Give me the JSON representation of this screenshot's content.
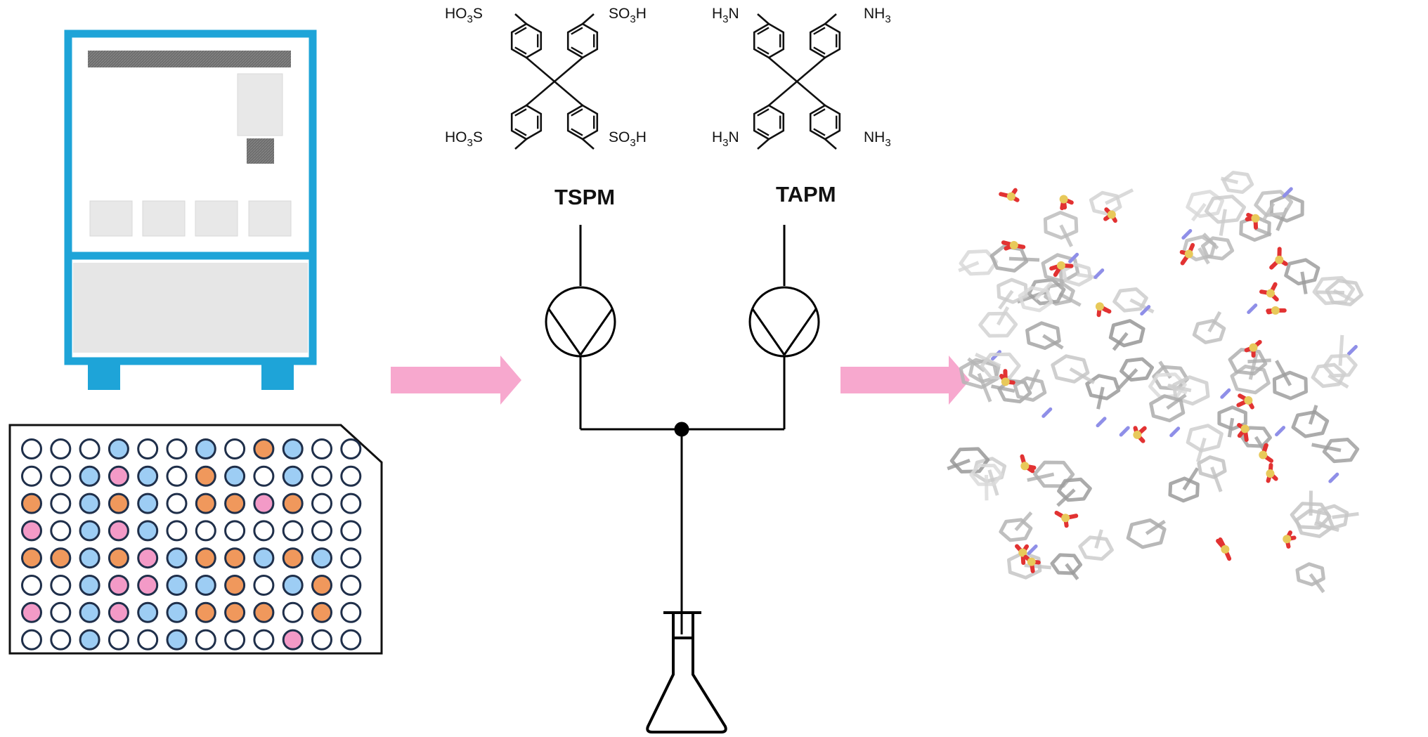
{
  "molecules": {
    "tspm": {
      "name": "TSPM",
      "substituent_main": "SO",
      "substituent_sub": "3",
      "substituent_tail": "H",
      "left_prefix": "HO",
      "left_sub": "3",
      "left_tail": "S"
    },
    "tapm": {
      "name": "TAPM",
      "right_main": "NH",
      "right_sub": "3",
      "left_main": "H",
      "left_sub": "3",
      "left_tail": "N"
    }
  },
  "well_plate": {
    "rows": 8,
    "cols": 12,
    "colors": {
      "e": "#ffffff",
      "b": "#9dcdf4",
      "p": "#f39ac7",
      "o": "#f0985c",
      "outline": "#1f2f4a"
    },
    "pattern": [
      "eeebeebeobee",
      "eebpbeobebee",
      "oebobeoopoee",
      "pebpbeeeeeee",
      "oobopboobobe",
      "eebppbboeboe",
      "pebpbboooeoe",
      "eebeebeeepee"
    ]
  },
  "colors": {
    "device_frame": "#1ea4d8",
    "arrow": "#f7a8ce",
    "line": "#000000"
  },
  "crystal": {
    "atom_colors": {
      "carbon": "#9a9a9a",
      "sulfur": "#e8c95a",
      "oxygen": "#e23232",
      "nitrogen": "#8f8fe8"
    }
  }
}
